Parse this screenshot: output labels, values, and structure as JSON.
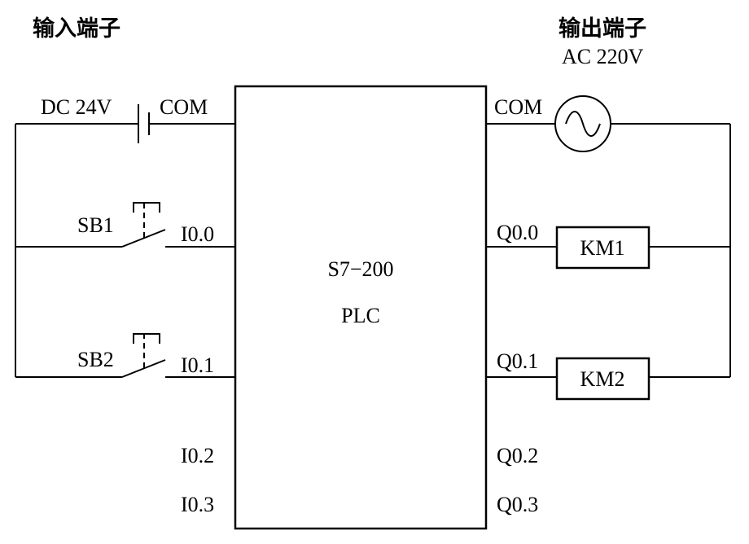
{
  "headings": {
    "input": "输入端子",
    "output": "输出端子",
    "supply": "AC 220V"
  },
  "input_side": {
    "dc_supply": "DC 24V",
    "com": "COM",
    "switches": [
      "SB1",
      "SB2"
    ],
    "terminals": [
      "I0.0",
      "I0.1",
      "I0.2",
      "I0.3"
    ]
  },
  "plc": {
    "model": "S7−200",
    "name": "PLC"
  },
  "output_side": {
    "com": "COM",
    "terminals": [
      "Q0.0",
      "Q0.1",
      "Q0.2",
      "Q0.3"
    ],
    "coils": [
      "KM1",
      "KM2"
    ]
  }
}
